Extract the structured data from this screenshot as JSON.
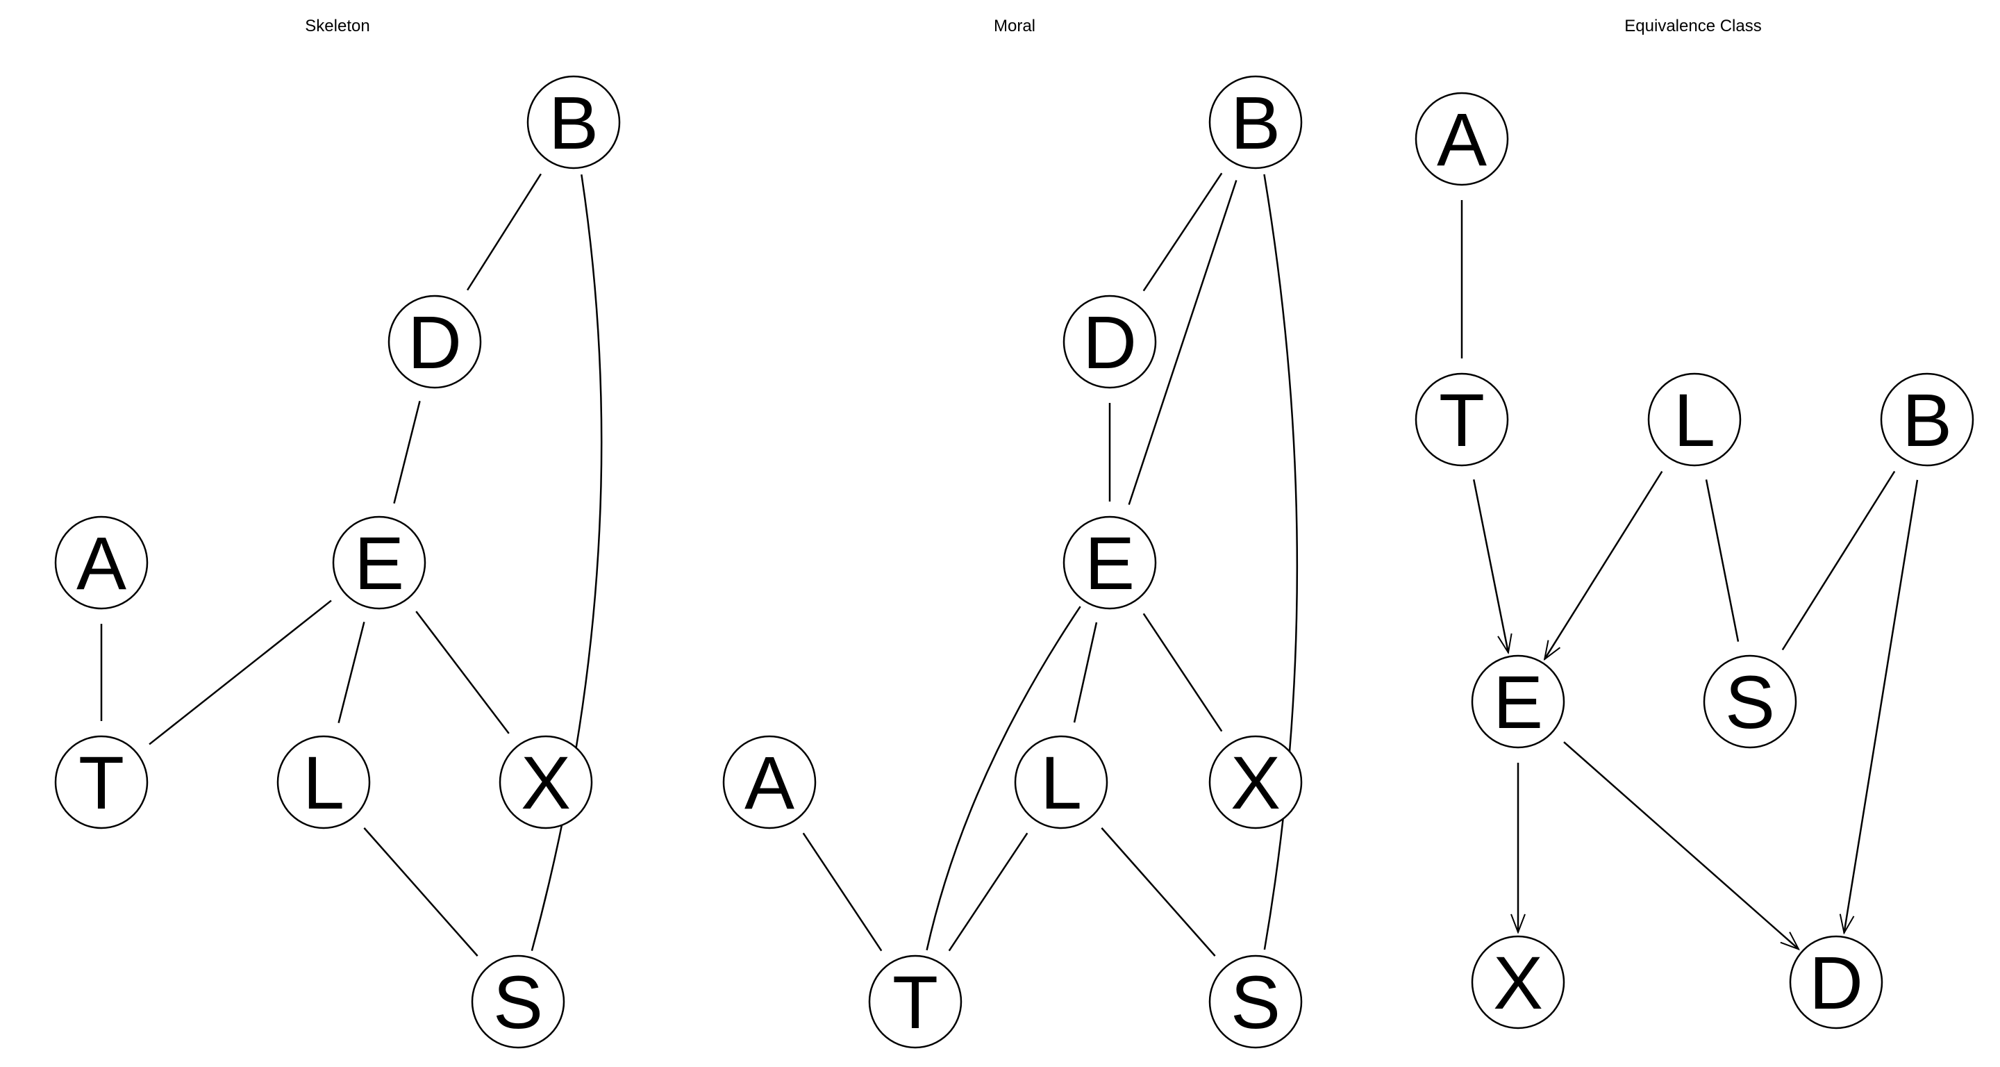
{
  "panels": [
    {
      "title": "Skeleton",
      "directed": false,
      "nodes": [
        "B",
        "D",
        "A",
        "E",
        "T",
        "L",
        "X",
        "S"
      ],
      "edges": [
        [
          "B",
          "D"
        ],
        [
          "D",
          "E"
        ],
        [
          "A",
          "T"
        ],
        [
          "E",
          "T"
        ],
        [
          "E",
          "L"
        ],
        [
          "E",
          "X"
        ],
        [
          "L",
          "S"
        ],
        [
          "B",
          "S"
        ]
      ]
    },
    {
      "title": "Moral",
      "directed": false,
      "nodes": [
        "B",
        "D",
        "E",
        "A",
        "L",
        "X",
        "T",
        "S"
      ],
      "edges": [
        [
          "B",
          "D"
        ],
        [
          "B",
          "E"
        ],
        [
          "B",
          "S"
        ],
        [
          "D",
          "E"
        ],
        [
          "E",
          "T"
        ],
        [
          "E",
          "L"
        ],
        [
          "E",
          "X"
        ],
        [
          "A",
          "T"
        ],
        [
          "L",
          "T"
        ],
        [
          "L",
          "S"
        ]
      ]
    },
    {
      "title": "Equivalence Class",
      "directed": true,
      "nodes": [
        "A",
        "T",
        "L",
        "B",
        "E",
        "S",
        "X",
        "D"
      ],
      "edges": [
        [
          "A",
          "T",
          false
        ],
        [
          "T",
          "E",
          true
        ],
        [
          "L",
          "E",
          true
        ],
        [
          "L",
          "S",
          false
        ],
        [
          "B",
          "S",
          false
        ],
        [
          "B",
          "D",
          true
        ],
        [
          "E",
          "X",
          true
        ],
        [
          "E",
          "D",
          true
        ]
      ]
    }
  ]
}
